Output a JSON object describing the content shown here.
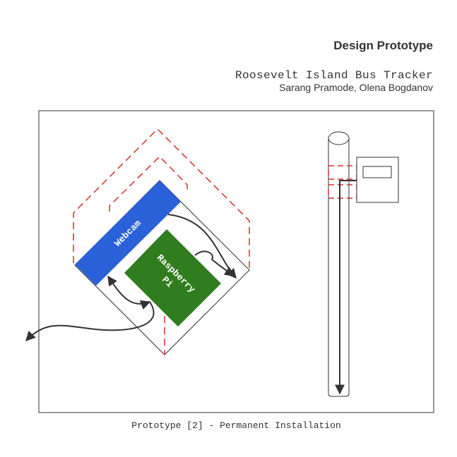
{
  "title": "Design Prototype",
  "project_name": "Roosevelt Island Bus Tracker",
  "authors": "Sarang Pramode, Olena Bogdanov",
  "caption": "Prototype [2] - Permanent Installation",
  "labels": {
    "webcam": "Webcam",
    "raspberry_line1": "Raspberry",
    "raspberry_line2": "Pi"
  },
  "colors": {
    "webcam": "#2a60d8",
    "raspberry_pi": "#2f7d1e",
    "dashed_outline": "#d32f2f",
    "line": "#333333"
  }
}
